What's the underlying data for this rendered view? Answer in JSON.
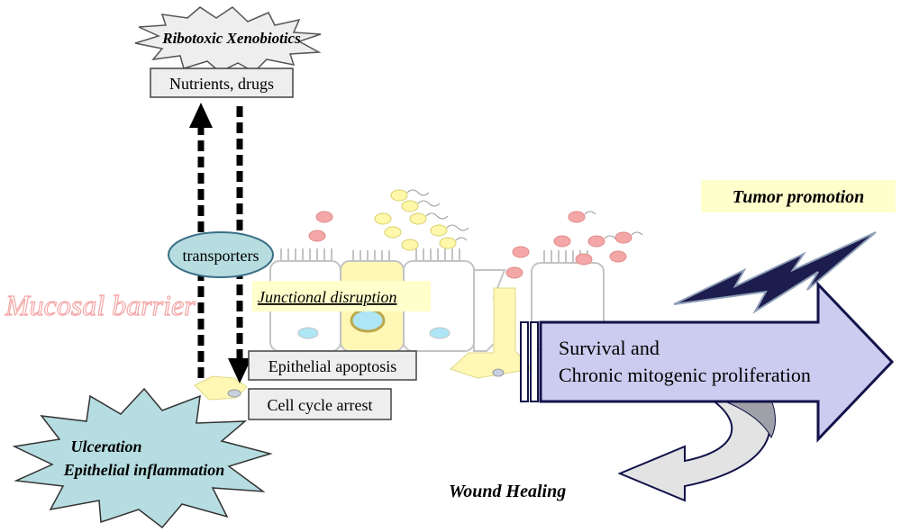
{
  "labels": {
    "ribotoxic": "Ribotoxic Xenobiotics",
    "nutrients": "Nutrients, drugs",
    "transporters": "transporters",
    "mucosal_barrier": "Mucosal barrier",
    "junctional": "Junctional disruption",
    "apoptosis": "Epithelial apoptosis",
    "cell_cycle": "Cell cycle arrest",
    "ulceration": "Ulceration",
    "inflammation": "Epithelial inflammation",
    "tumor": "Tumor promotion",
    "survival_line1": "Survival and",
    "survival_line2": "Chronic mitogenic proliferation",
    "wound": "Wound Healing"
  },
  "colors": {
    "starburst_gray": "#eeeeee",
    "starburst_teal": "#b6dde1",
    "transporter_teal": "#b7dde0",
    "highlight_yellow": "#ffffcc",
    "big_arrow_fill": "#ccccf0",
    "big_arrow_stroke": "#12124a",
    "lightning_fill": "#1c1c4e",
    "lightning_stroke": "#8fa0b8",
    "mucosal_pink": "#f5a7a7",
    "wound_arrow_fill": "#e3e3e3",
    "cell_outline": "#c0c0c0",
    "pink_particle": "#f4a7a7",
    "yellow_particle": "#fff8aa"
  }
}
